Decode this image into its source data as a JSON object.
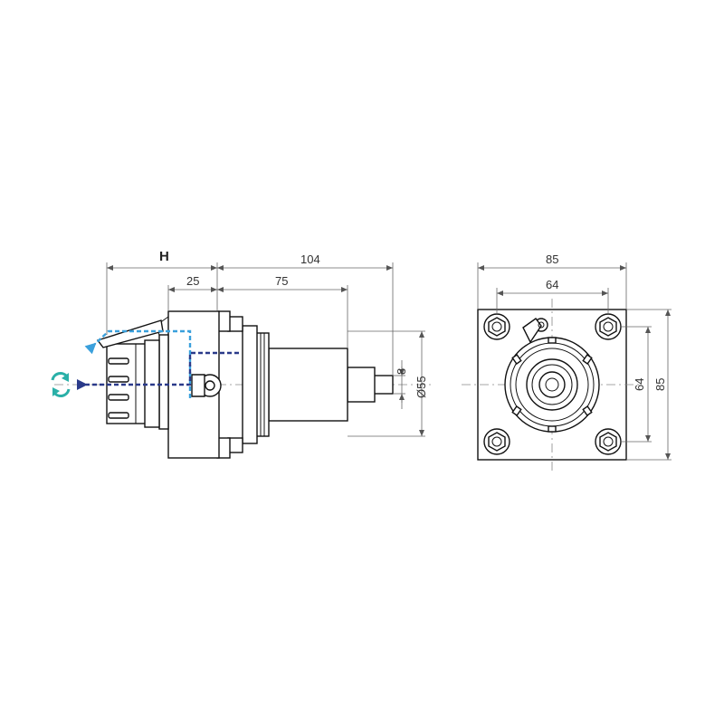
{
  "side_view": {
    "dim_h": "H",
    "dim_25": "25",
    "dim_75": "75",
    "dim_104": "104",
    "dim_8": "8",
    "dim_d55": "Ø55"
  },
  "front_view": {
    "dim_85_top": "85",
    "dim_64_top": "64",
    "dim_64_side": "64",
    "dim_85_side": "85"
  },
  "colors": {
    "coolant_inner": "#2a3a8a",
    "coolant_outer": "#3aa0dc",
    "rotation_icon": "#2ab0a8"
  }
}
